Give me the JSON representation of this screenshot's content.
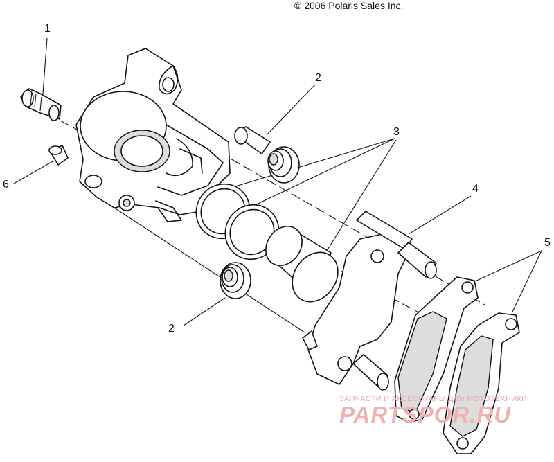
{
  "copyright": "© 2006 Polaris Sales Inc.",
  "callouts": [
    {
      "id": "c1",
      "text": "1"
    },
    {
      "id": "c2a",
      "text": "2"
    },
    {
      "id": "c3",
      "text": "3"
    },
    {
      "id": "c4",
      "text": "4"
    },
    {
      "id": "c5",
      "text": "5"
    },
    {
      "id": "c6",
      "text": "6"
    },
    {
      "id": "c2b",
      "text": "2"
    }
  ],
  "watermark": {
    "small": "ЗАПЧАСТИ И АКСЕССУАРЫ ДЛЯ МОТОТЕХНИКИ",
    "big": "PARTSPOR.RU"
  }
}
